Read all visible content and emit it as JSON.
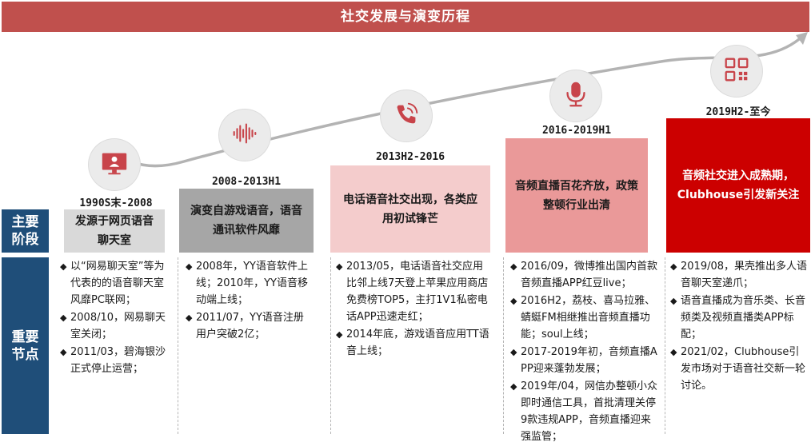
{
  "title": "社交发展与演变历程",
  "side_labels": {
    "main_stage": "主要\n阶段",
    "key_nodes": "重要\n节点"
  },
  "colors": {
    "title_bg": "#c0504d",
    "side_bg": "#1f4e79",
    "icon": "#c8444a",
    "trend": "#b3b3b3"
  },
  "stages": [
    {
      "period": "1990S末-2008",
      "icon": "monitor-user-icon",
      "box_text": "发源于网页语音聊天室",
      "box_bg": "#d9d9d9",
      "box_color": "#1a1a1a",
      "nodes": [
        "以“网易聊天室”等为代表的的语音聊天室风靡PC联网；",
        "2008/10，网易聊天室关闭；",
        "2011/03，碧海银沙正式停止运营；"
      ]
    },
    {
      "period": "2008-2013H1",
      "icon": "sound-wave-icon",
      "box_text": "演变自游戏语音，语音通讯软件风靡",
      "box_bg": "#a6a6a6",
      "box_color": "#1a1a1a",
      "nodes": [
        "2008年，YY语音软件上线；2010年，YY语音移动端上线；",
        "2011/07，YY语音注册用户突破2亿；"
      ]
    },
    {
      "period": "2013H2-2016",
      "icon": "phone-call-icon",
      "box_text": "电话语音社交出现，各类应用初试锋芒",
      "box_bg": "#f4cccc",
      "box_color": "#1a1a1a",
      "nodes": [
        "2013/05，电话语音社交应用比邻上线7天登上苹果应用商店免费榜TOP5，主打1V1私密电话APP迅速走红；",
        "2014年底，游戏语音应用TT语音上线；"
      ]
    },
    {
      "period": "2016-2019H1",
      "icon": "microphone-icon",
      "box_text": "音频直播百花齐放，政策整顿行业出清",
      "box_bg": "#ea9999",
      "box_color": "#1a1a1a",
      "nodes": [
        "2016/09，微博推出国内首款音频直播APP红豆live；",
        "2016H2，荔枝、喜马拉雅、蜻蜓FM相继推出音频直播功能；soul上线；",
        "2017-2019年初，音频直播APP迎来蓬勃发展；",
        "2019年/04，网信办整顿小众即时通信工具，首批清理关停9款违规APP，音频直播迎来强监管；"
      ]
    },
    {
      "period": "2019H2-至今",
      "icon": "app-grid-icon",
      "box_text": "音频社交进入成熟期，Clubhouse引发新关注",
      "box_bg": "#cc0000",
      "box_color": "#ffffff",
      "nodes": [
        "2019/08，果壳推出多人语音聊天室递爪；",
        "语音直播成为音乐类、长音频类及视频直播类APP标配；",
        "2021/02，Clubhouse引发市场对于语音社交新一轮讨论。"
      ]
    }
  ]
}
